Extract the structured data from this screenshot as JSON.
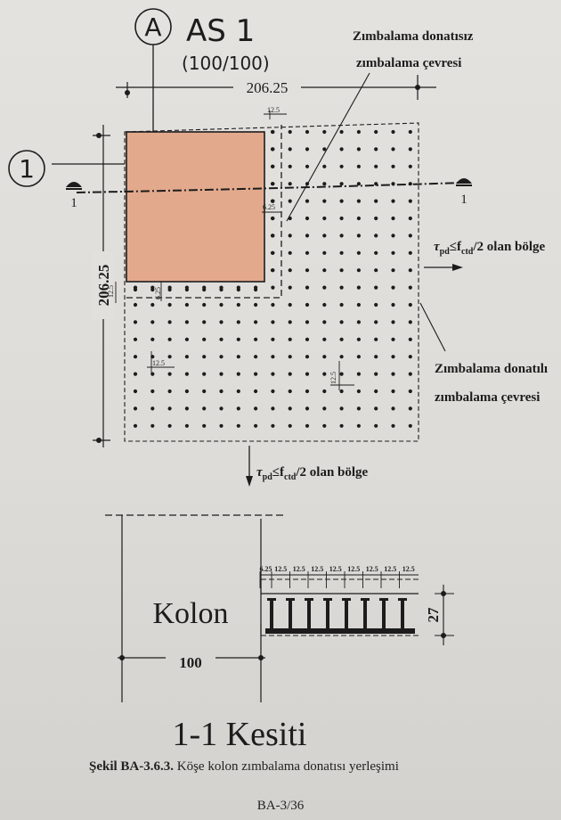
{
  "plan": {
    "axis_letter": "A",
    "column_name": "AS 1",
    "column_size": "(100/100)",
    "axis_number": "1",
    "dim_top": "206.25",
    "dim_left": "206.25",
    "spacing_12_5": "12.5",
    "spacing_6_25": "6.25",
    "label_no_reinf_title_1": "Zımbalama donatısız",
    "label_no_reinf_title_2": "zımbalama çevresi",
    "label_with_reinf_1": "Zımbalama donatılı",
    "label_with_reinf_2": "zımbalama çevresi",
    "zone_right": "τpd≤fctd/2 olan bölge",
    "zone_bottom": "τpd≤fctd/2 olan bölge",
    "section_mark": "1"
  },
  "section": {
    "kolon": "Kolon",
    "width": "100",
    "depth": "27",
    "spacings": [
      "6.25",
      "12.5",
      "12.5",
      "12.5",
      "12.5",
      "12.5",
      "12.5",
      "12.5",
      "12.5"
    ],
    "title": "1-1 Kesiti"
  },
  "caption": {
    "ref": "Şekil BA-3.6.3.",
    "text": "Köşe kolon zımbalama donatısı yerleşimi"
  },
  "page_number": "BA-3/36",
  "colors": {
    "column_fill": "#e3a98c",
    "ink": "#1c1c1c"
  }
}
